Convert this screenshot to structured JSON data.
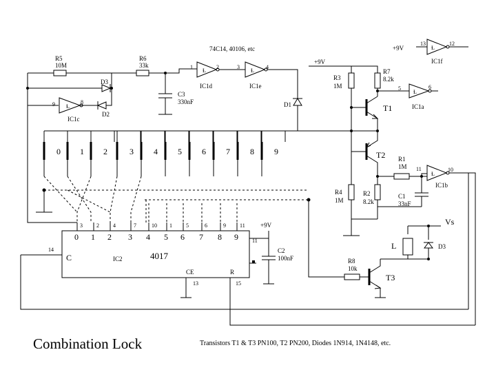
{
  "title": "Combination Lock",
  "note": "Transistors T1 & T3 PN100,  T2 PN200,  Diodes 1N914, 1N4148, etc.",
  "ic_family": "74C14, 40106, etc",
  "supply": "+9V",
  "vs": "Vs",
  "gates": {
    "ic1a": {
      "name": "IC1a",
      "in_pin": "5",
      "out_pin": "6"
    },
    "ic1b": {
      "name": "IC1b",
      "in_pin": "11",
      "out_pin": "10"
    },
    "ic1c": {
      "name": "IC1c",
      "in_pin": "9",
      "out_pin": "8"
    },
    "ic1d": {
      "name": "IC1d",
      "in_pin": "1",
      "out_pin": "2"
    },
    "ic1e": {
      "name": "IC1e",
      "in_pin": "3",
      "out_pin": "4"
    },
    "ic1f": {
      "name": "IC1f",
      "in_pin": "13",
      "out_pin": "12"
    }
  },
  "components": {
    "r5": {
      "name": "R5",
      "value": "10M"
    },
    "r6": {
      "name": "R6",
      "value": "33k"
    },
    "r3": {
      "name": "R3",
      "value": "1M"
    },
    "r7": {
      "name": "R7",
      "value": "8.2k"
    },
    "r1": {
      "name": "R1",
      "value": "1M"
    },
    "r4": {
      "name": "R4",
      "value": "1M"
    },
    "r2": {
      "name": "R2",
      "value": "8.2k"
    },
    "r8": {
      "name": "R8",
      "value": "10k"
    },
    "c3": {
      "name": "C3",
      "value": "330nF"
    },
    "c1": {
      "name": "C1",
      "value": "33nF"
    },
    "c2": {
      "name": "C2",
      "value": "100nF"
    },
    "d1": "D1",
    "d2": "D2",
    "d3": "D3",
    "d3b": "D3",
    "t1": "T1",
    "t2": "T2",
    "t3": "T3",
    "relay": "L"
  },
  "keys": [
    "0",
    "1",
    "2",
    "3",
    "4",
    "5",
    "6",
    "7",
    "8",
    "9"
  ],
  "ic2": {
    "name": "IC2",
    "part": "4017",
    "top_pins": [
      "3",
      "2",
      "4",
      "7",
      "10",
      "1",
      "5",
      "6",
      "9",
      "11"
    ],
    "outputs": [
      "0",
      "1",
      "2",
      "3",
      "4",
      "5",
      "6",
      "7",
      "8",
      "9"
    ],
    "clock_label": "C",
    "clock_pin": "14",
    "ce_label": "CE",
    "ce_pin": "13",
    "reset_label": "R",
    "reset_pin": "15",
    "q9_pin": "11",
    "vdd": "+9V"
  }
}
